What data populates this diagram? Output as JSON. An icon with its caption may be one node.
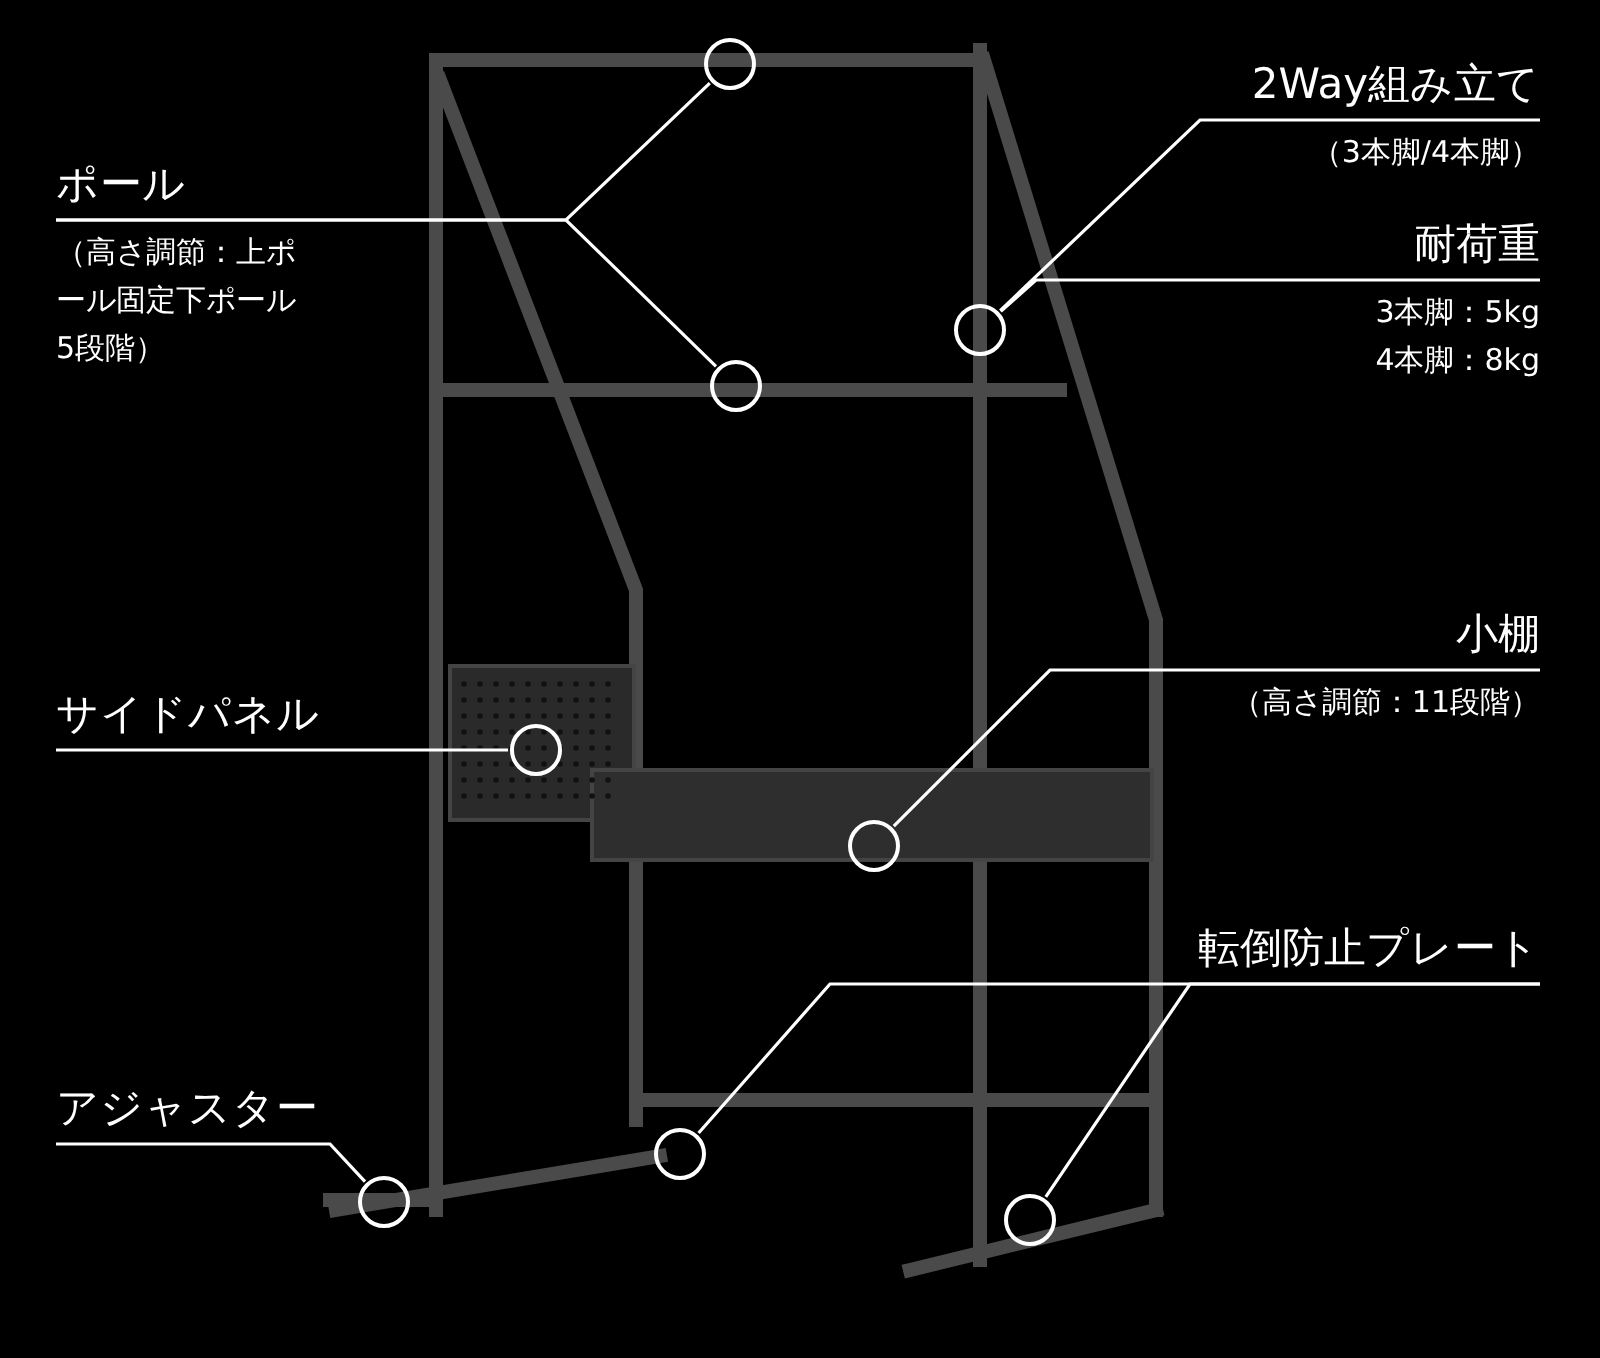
{
  "diagram": {
    "nodes": [
      {
        "text": [
          "ポール",
          "（高さ調節：上ポール固定下ポール5段階）"
        ]
      },
      {
        "text": [
          "2Way組み立て",
          "（3本脚/4本脚）"
        ]
      },
      {
        "text": [
          "耐荷重",
          "3本脚：5kg",
          "4本脚：8kg"
        ]
      },
      {
        "text": [
          "小棚",
          "（高さ調節：11段階）"
        ]
      },
      {
        "text": [
          "サイドパネル"
        ]
      },
      {
        "text": [
          "転倒防止プレート"
        ]
      },
      {
        "text": [
          "アジャスター"
        ]
      },
      {
        "text": [],
        "shape": "circle"
      },
      {
        "text": [],
        "shape": "circle"
      },
      {
        "text": [],
        "shape": "circle"
      },
      {
        "text": [],
        "shape": "circle"
      },
      {
        "text": [],
        "shape": "circle"
      },
      {
        "text": [],
        "shape": "circle"
      },
      {
        "text": [],
        "shape": "circle"
      },
      {
        "text": [],
        "shape": "circle"
      }
    ],
    "edges": [
      {
        "from": 0,
        "to": 7,
        "arrow": "none"
      },
      {
        "from": 0,
        "to": 8,
        "arrow": "none"
      },
      {
        "from": 1,
        "to": 9,
        "arrow": "none"
      },
      {
        "from": 2,
        "to": 9,
        "arrow": "none"
      },
      {
        "from": 3,
        "to": 11,
        "arrow": "none"
      },
      {
        "from": 4,
        "to": 10,
        "arrow": "none"
      },
      {
        "from": 5,
        "to": 12,
        "arrow": "none"
      },
      {
        "from": 5,
        "to": 13,
        "arrow": "none"
      },
      {
        "from": 6,
        "to": 14,
        "arrow": "none"
      }
    ]
  }
}
